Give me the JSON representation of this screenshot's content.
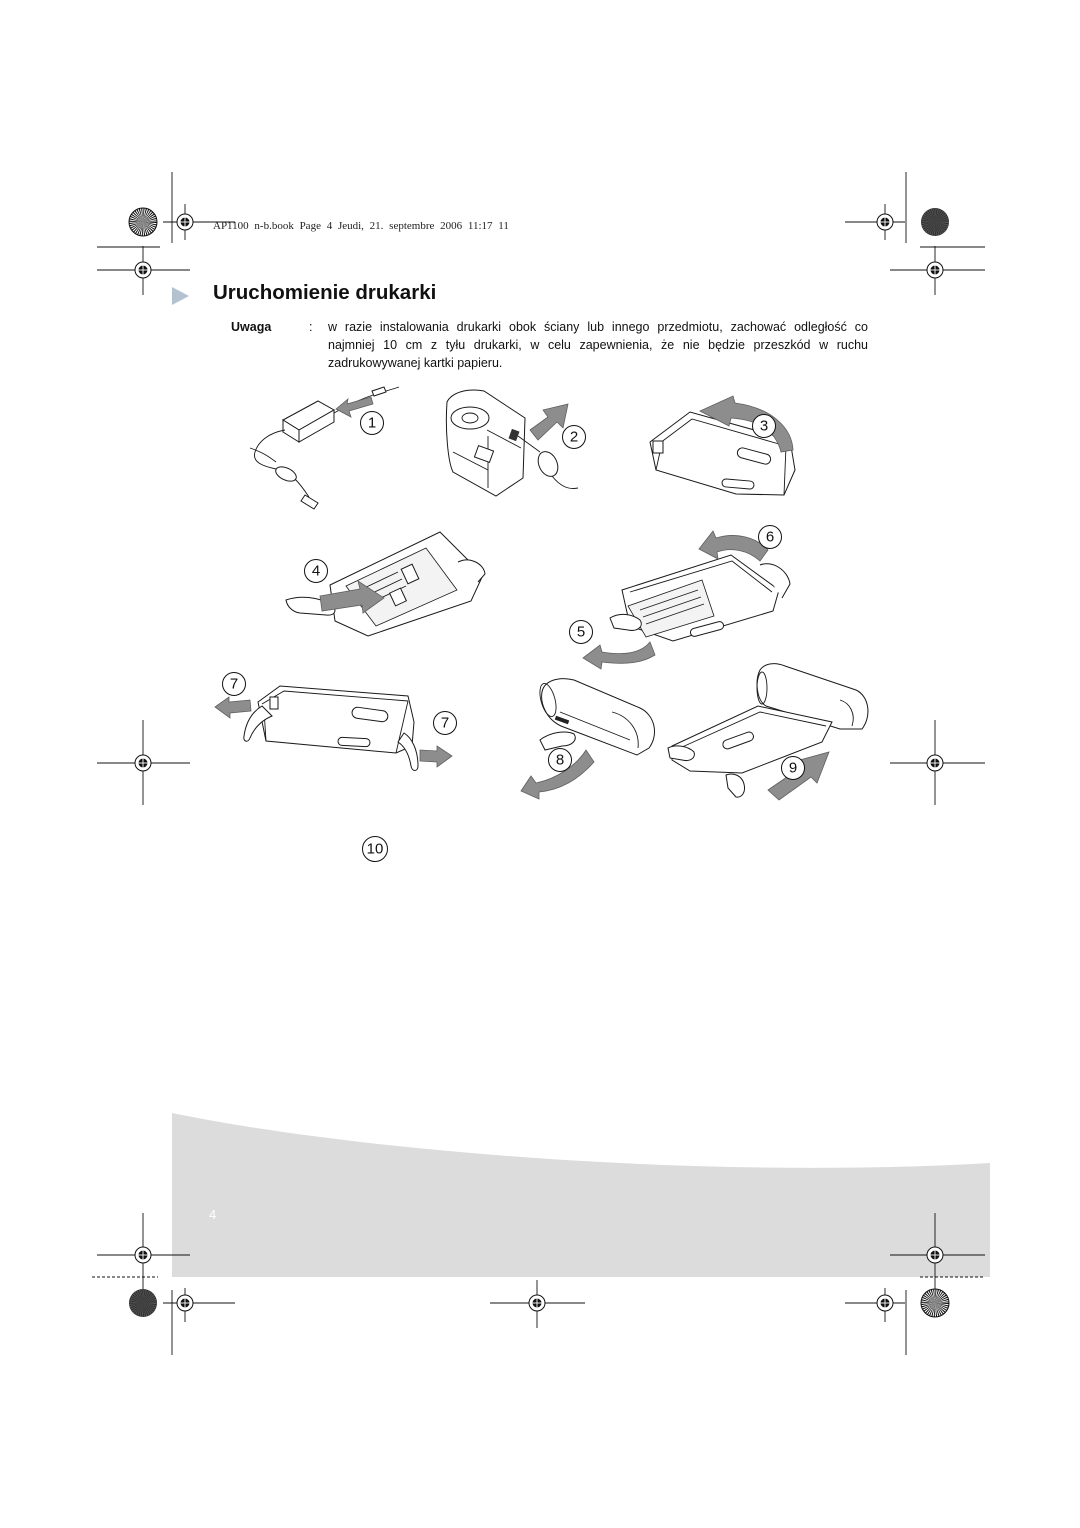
{
  "header_line": "AP1100 n-b.book Page 4 Jeudi, 21. septembre 2006 11:17 11",
  "title": "Uruchomienie drukarki",
  "note": {
    "label": "Uwaga",
    "separator": ":",
    "lines": [
      "w razie instalowania drukarki obok ściany lub innego przedmiotu, zachować odległość co",
      "najmniej 10 cm z tyłu drukarki, w celu zapewnienia, że nie będzie przeszkód w ruchu",
      "zadrukowywanej kartki papieru."
    ]
  },
  "steps": [
    "1",
    "2",
    "3",
    "4",
    "5",
    "6",
    "7",
    "7",
    "8",
    "9",
    "10"
  ],
  "page_number": "4",
  "colors": {
    "title_marker": "#b4c2d0",
    "footer_band": "#dcdcdc",
    "arrow": "#8d8d8d"
  }
}
